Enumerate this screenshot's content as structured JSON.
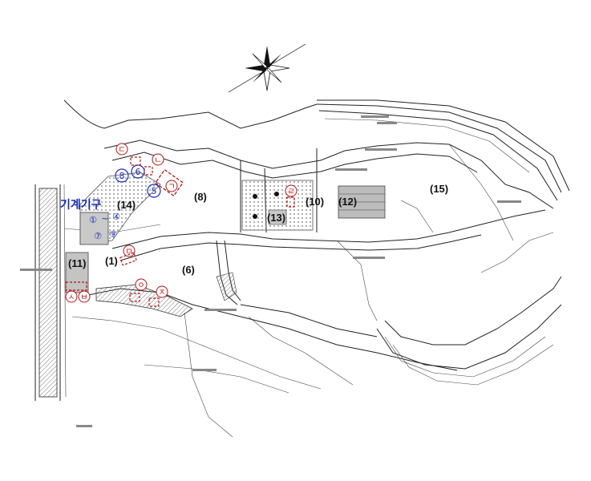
{
  "map_title": "기계기구",
  "zones": [
    "(1)",
    "(6)",
    "(8)",
    "(10)",
    "(11)",
    "(12)",
    "(13)",
    "(14)",
    "(15)"
  ],
  "machine_markers": [
    "①",
    "④",
    "⑤",
    "⑥",
    "⑦",
    "⑧",
    "⑨"
  ],
  "machine_separator": "~",
  "site_markers": [
    "ㄱ",
    "ㄷ",
    "ㄹ",
    "ㄴ",
    "ㅁ",
    "ㅇ",
    "ㅈ",
    "ㅅ",
    "ㅂ"
  ],
  "colors": {
    "machine": "#1a2cb0",
    "site": "#b01414",
    "line": "#222222",
    "hatch": "#8a8a8a"
  },
  "icons": [
    "north-arrow-compass"
  ]
}
